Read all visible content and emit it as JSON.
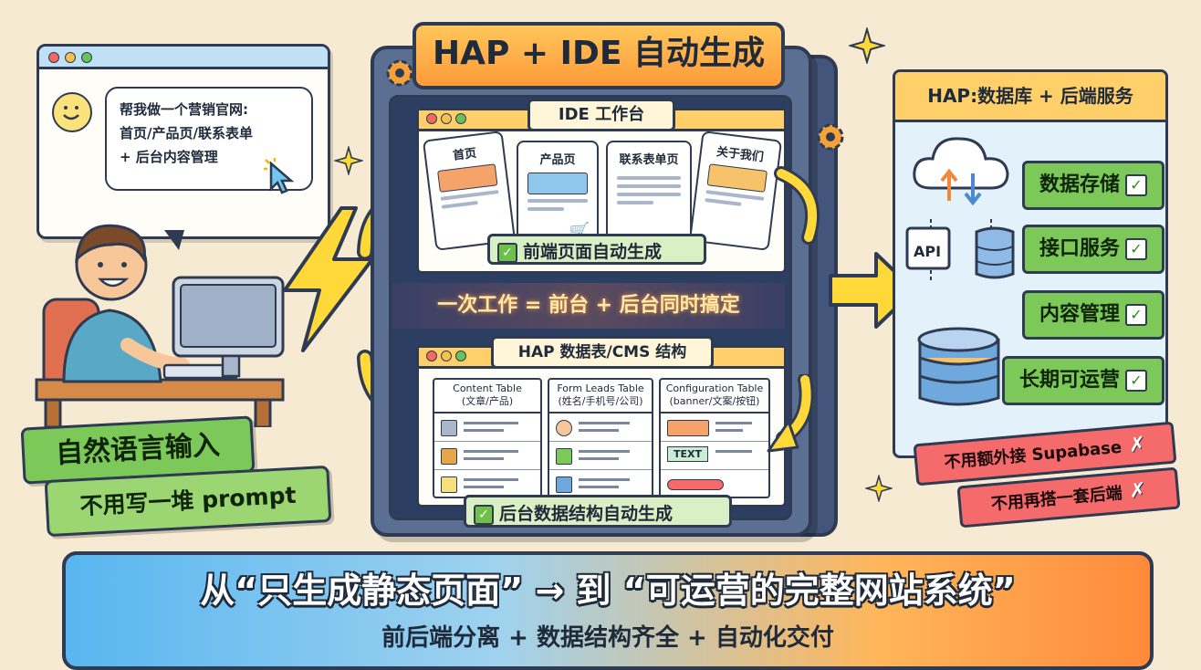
{
  "title": "HAP + IDE 自动生成",
  "left": {
    "chat_lines": [
      "帮我做一个营销官网:",
      "首页/产品页/联系表单",
      "+ 后台内容管理"
    ],
    "label_primary": "自然语言输入",
    "label_secondary": "不用写一堆 prompt"
  },
  "ide": {
    "tab_label": "IDE 工作台",
    "pages": [
      "首页",
      "产品页",
      "联系表单页",
      "关于我们"
    ],
    "result": "前端页面自动生成"
  },
  "middle_banner": "一次工作 = 前台 + 后台同时搞定",
  "hap_tables": {
    "tab_label": "HAP 数据表/CMS 结构",
    "tables": [
      {
        "name": "Content Table",
        "sub": "(文章/产品)"
      },
      {
        "name": "Form Leads Table",
        "sub": "(姓名/手机号/公司)"
      },
      {
        "name": "Configuration Table",
        "sub": "(banner/文案/按钮)"
      }
    ],
    "text_badge": "TEXT",
    "result": "后台数据结构自动生成"
  },
  "right": {
    "header": "HAP:数据库 + 后端服务",
    "api_label": "API",
    "features": [
      "数据存储",
      "接口服务",
      "内容管理",
      "长期可运营"
    ],
    "negatives": [
      "不用额外接 Supabase",
      "不用再搭一套后端"
    ]
  },
  "bottom": {
    "headline": "从“只生成静态页面” → 到 “可运营的完整网站系统”",
    "subline": "前后端分离 + 数据结构齐全 + 自动化交付"
  },
  "colors": {
    "accent_orange": "#ff9a3a",
    "accent_green": "#7cc95a",
    "accent_red": "#f56a6a",
    "accent_blue": "#58b6f0",
    "outline": "#2e3b52"
  }
}
